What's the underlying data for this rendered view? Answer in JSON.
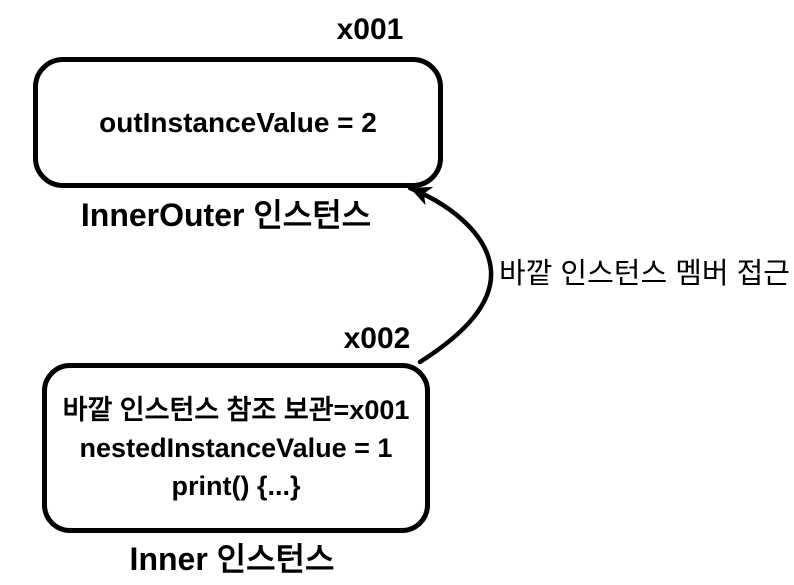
{
  "diagram": {
    "colors": {
      "background": "#ffffff",
      "ink": "#000000"
    },
    "outer_instance": {
      "address": "x001",
      "fields": [
        "outInstanceValue = 2"
      ],
      "caption": "InnerOuter 인스턴스"
    },
    "inner_instance": {
      "address": "x002",
      "fields": [
        "바깥 인스턴스 참조 보관=x001",
        "nestedInstanceValue = 1",
        "print() {...}"
      ],
      "caption": "Inner 인스턴스"
    },
    "reference_arrow": {
      "label": "바깥 인스턴스 멤버 접근",
      "from": "x002",
      "to": "x001"
    }
  }
}
